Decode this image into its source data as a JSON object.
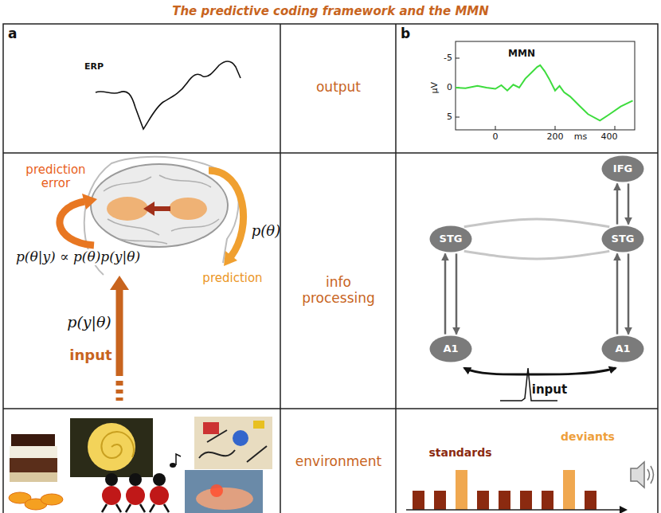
{
  "diagram": {
    "title": "The predictive coding framework and the MMN",
    "nodes": [
      {
        "text": [
          "IFG"
        ]
      },
      {
        "text": [
          "STG"
        ]
      },
      {
        "text": [
          "STG"
        ]
      },
      {
        "text": [
          "A1"
        ]
      },
      {
        "text": [
          "A1"
        ]
      }
    ],
    "edges": [
      {
        "from": 3,
        "to": 1,
        "arrow": "to"
      },
      {
        "from": 1,
        "to": 3,
        "arrow": "to"
      },
      {
        "from": 4,
        "to": 2,
        "arrow": "to"
      },
      {
        "from": 2,
        "to": 4,
        "arrow": "to"
      },
      {
        "from": 2,
        "to": 0,
        "arrow": "to"
      },
      {
        "from": 0,
        "to": 2,
        "arrow": "to"
      },
      {
        "from": 1,
        "to": 2,
        "arrow": "none"
      },
      {
        "from": 1,
        "to": 2,
        "arrow": "none"
      }
    ],
    "labels": [
      "a",
      "ERP",
      "output",
      "b",
      "MMN",
      "-5",
      "0",
      "5",
      "μV",
      "0",
      "200",
      "ms",
      "400",
      "prediction error",
      "p(θ)",
      "p(θ|y) ∝ p(θ)p(y|θ)",
      "prediction",
      "p(y|θ)",
      "input",
      "info processing",
      "input",
      "environment",
      "standards",
      "deviants"
    ]
  }
}
